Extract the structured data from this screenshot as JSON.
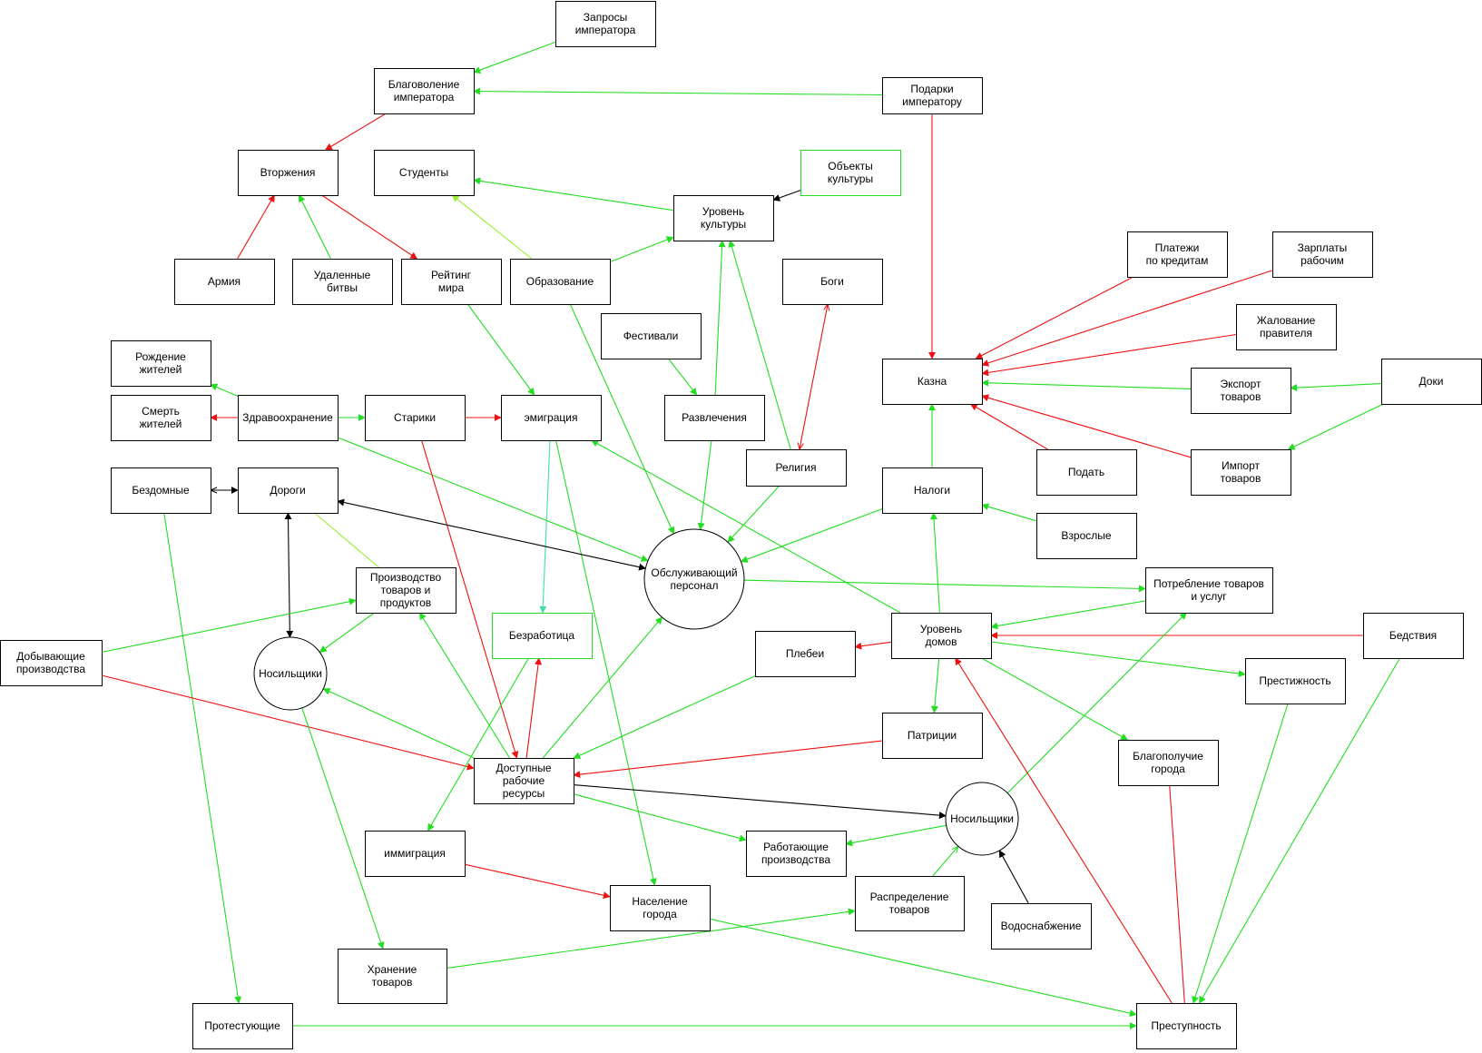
{
  "diagram": {
    "colors": {
      "positive": "#22dd22",
      "negative": "#ee1111",
      "neutral": "#000000",
      "weak": "#99ee33",
      "cyan": "#44ddaa"
    },
    "nodes": [
      {
        "id": "zaprosy",
        "lines": [
          "Запросы",
          "императора"
        ],
        "shape": "rect"
      },
      {
        "id": "blagovolenie",
        "lines": [
          "Благоволение",
          "императора"
        ],
        "shape": "rect"
      },
      {
        "id": "podarki",
        "lines": [
          "Подарки",
          "императору"
        ],
        "shape": "rect"
      },
      {
        "id": "vtorzheniya",
        "lines": [
          "Вторжения"
        ],
        "shape": "rect"
      },
      {
        "id": "studenty",
        "lines": [
          "Студенты"
        ],
        "shape": "rect"
      },
      {
        "id": "obekty",
        "lines": [
          "Объекты",
          "культуры"
        ],
        "shape": "rect",
        "accent": true
      },
      {
        "id": "uroven_kult",
        "lines": [
          "Уровень",
          "культуры"
        ],
        "shape": "rect"
      },
      {
        "id": "armiya",
        "lines": [
          "Армия"
        ],
        "shape": "rect"
      },
      {
        "id": "udalennye",
        "lines": [
          "Удаленные",
          "битвы"
        ],
        "shape": "rect"
      },
      {
        "id": "reyting",
        "lines": [
          "Рейтинг",
          "мира"
        ],
        "shape": "rect"
      },
      {
        "id": "obrazovanie",
        "lines": [
          "Образование"
        ],
        "shape": "rect"
      },
      {
        "id": "bogi",
        "lines": [
          "Боги"
        ],
        "shape": "rect"
      },
      {
        "id": "platezhi",
        "lines": [
          "Платежи",
          "по кредитам"
        ],
        "shape": "rect"
      },
      {
        "id": "zarplaty",
        "lines": [
          "Зарплаты",
          "рабочим"
        ],
        "shape": "rect"
      },
      {
        "id": "zhalovanie",
        "lines": [
          "Жалование",
          "правителя"
        ],
        "shape": "rect"
      },
      {
        "id": "festivali",
        "lines": [
          "Фестивали"
        ],
        "shape": "rect"
      },
      {
        "id": "rozhdenie",
        "lines": [
          "Рождение",
          "жителей"
        ],
        "shape": "rect"
      },
      {
        "id": "kazna",
        "lines": [
          "Казна"
        ],
        "shape": "rect"
      },
      {
        "id": "eksport",
        "lines": [
          "Экспорт",
          "товаров"
        ],
        "shape": "rect"
      },
      {
        "id": "doki",
        "lines": [
          "Доки"
        ],
        "shape": "rect"
      },
      {
        "id": "smert",
        "lines": [
          "Смерть",
          "жителей"
        ],
        "shape": "rect"
      },
      {
        "id": "zdravoohr",
        "lines": [
          "Здравоохранение"
        ],
        "shape": "rect"
      },
      {
        "id": "stariki",
        "lines": [
          "Старики"
        ],
        "shape": "rect"
      },
      {
        "id": "emigraciya",
        "lines": [
          "эмиграция"
        ],
        "shape": "rect"
      },
      {
        "id": "razvlecheniya",
        "lines": [
          "Развлечения"
        ],
        "shape": "rect"
      },
      {
        "id": "religiya",
        "lines": [
          "Религия"
        ],
        "shape": "rect"
      },
      {
        "id": "podat",
        "lines": [
          "Подать"
        ],
        "shape": "rect"
      },
      {
        "id": "import",
        "lines": [
          "Импорт",
          "товаров"
        ],
        "shape": "rect"
      },
      {
        "id": "bezdomnye",
        "lines": [
          "Бездомные"
        ],
        "shape": "rect"
      },
      {
        "id": "dorogi",
        "lines": [
          "Дороги"
        ],
        "shape": "rect"
      },
      {
        "id": "nalogi",
        "lines": [
          "Налоги"
        ],
        "shape": "rect"
      },
      {
        "id": "vzroslye",
        "lines": [
          "Взрослые"
        ],
        "shape": "rect"
      },
      {
        "id": "obsluzh",
        "lines": [
          "Обслуживающий",
          "персонал"
        ],
        "shape": "circle"
      },
      {
        "id": "proizvodstvo",
        "lines": [
          "Производство",
          "товаров и",
          "продуктов"
        ],
        "shape": "rect"
      },
      {
        "id": "potreblenie",
        "lines": [
          "Потребление товаров",
          "и услуг"
        ],
        "shape": "rect"
      },
      {
        "id": "bezrabotica",
        "lines": [
          "Безработица"
        ],
        "shape": "rect",
        "accent": true
      },
      {
        "id": "uroven_domov",
        "lines": [
          "Уровень",
          "домов"
        ],
        "shape": "rect"
      },
      {
        "id": "bedstviya",
        "lines": [
          "Бедствия"
        ],
        "shape": "rect"
      },
      {
        "id": "dobyvayushchie",
        "lines": [
          "Добывающие",
          "производства"
        ],
        "shape": "rect"
      },
      {
        "id": "nosilshchiki1",
        "lines": [
          "Носильщики"
        ],
        "shape": "circle"
      },
      {
        "id": "plebei",
        "lines": [
          "Плебеи"
        ],
        "shape": "rect"
      },
      {
        "id": "prestizhnost",
        "lines": [
          "Престижность"
        ],
        "shape": "rect"
      },
      {
        "id": "patricii",
        "lines": [
          "Патриции"
        ],
        "shape": "rect"
      },
      {
        "id": "blagopoluchie",
        "lines": [
          "Благополучие",
          "города"
        ],
        "shape": "rect"
      },
      {
        "id": "dostupnye",
        "lines": [
          "Доступные",
          "рабочие",
          "ресурсы"
        ],
        "shape": "rect"
      },
      {
        "id": "nosilshchiki2",
        "lines": [
          "Носильщики"
        ],
        "shape": "circle"
      },
      {
        "id": "immigraciya",
        "lines": [
          "иммиграция"
        ],
        "shape": "rect"
      },
      {
        "id": "rabotayushchie",
        "lines": [
          "Работающие",
          "производства"
        ],
        "shape": "rect"
      },
      {
        "id": "naselenie",
        "lines": [
          "Население",
          "города"
        ],
        "shape": "rect"
      },
      {
        "id": "raspredelenie",
        "lines": [
          "Распределение",
          "товаров"
        ],
        "shape": "rect"
      },
      {
        "id": "vodosnabzhenie",
        "lines": [
          "Водоснабжение"
        ],
        "shape": "rect"
      },
      {
        "id": "hranenie",
        "lines": [
          "Хранение",
          "товаров"
        ],
        "shape": "rect"
      },
      {
        "id": "protestuyushchie",
        "lines": [
          "Протестующие"
        ],
        "shape": "rect"
      },
      {
        "id": "prestupnost",
        "lines": [
          "Преступность"
        ],
        "shape": "rect"
      }
    ],
    "edges": [
      {
        "from": "zaprosy",
        "to": "blagovolenie",
        "color": "positive"
      },
      {
        "from": "podarki",
        "to": "blagovolenie",
        "color": "positive"
      },
      {
        "from": "blagovolenie",
        "to": "vtorzheniya",
        "color": "negative"
      },
      {
        "from": "podarki",
        "to": "kazna",
        "color": "negative"
      },
      {
        "from": "obekty",
        "to": "uroven_kult",
        "color": "neutral"
      },
      {
        "from": "uroven_kult",
        "to": "studenty",
        "color": "positive"
      },
      {
        "from": "obrazovanie",
        "to": "studenty",
        "color": "weak"
      },
      {
        "from": "obrazovanie",
        "to": "uroven_kult",
        "color": "positive"
      },
      {
        "from": "armiya",
        "to": "vtorzheniya",
        "color": "negative"
      },
      {
        "from": "udalennye",
        "to": "vtorzheniya",
        "color": "positive"
      },
      {
        "from": "vtorzheniya",
        "to": "reyting",
        "color": "negative"
      },
      {
        "from": "reyting",
        "to": "emigraciya",
        "color": "positive"
      },
      {
        "from": "obrazovanie",
        "to": "obsluzh",
        "color": "positive"
      },
      {
        "from": "festivali",
        "to": "razvlecheniya",
        "color": "positive"
      },
      {
        "from": "razvlecheniya",
        "to": "uroven_kult",
        "color": "positive"
      },
      {
        "from": "religiya",
        "to": "uroven_kult",
        "color": "positive"
      },
      {
        "from": "bogi",
        "to": "religiya",
        "color": "negative",
        "both": true,
        "open": true
      },
      {
        "from": "razvlecheniya",
        "to": "obsluzh",
        "color": "positive"
      },
      {
        "from": "religiya",
        "to": "obsluzh",
        "color": "positive"
      },
      {
        "from": "platezhi",
        "to": "kazna",
        "color": "negative"
      },
      {
        "from": "zarplaty",
        "to": "kazna",
        "color": "negative"
      },
      {
        "from": "zhalovanie",
        "to": "kazna",
        "color": "negative"
      },
      {
        "from": "eksport",
        "to": "kazna",
        "color": "positive"
      },
      {
        "from": "doki",
        "to": "eksport",
        "color": "positive"
      },
      {
        "from": "doki",
        "to": "import",
        "color": "positive"
      },
      {
        "from": "podat",
        "to": "kazna",
        "color": "negative"
      },
      {
        "from": "import",
        "to": "kazna",
        "color": "negative"
      },
      {
        "from": "nalogi",
        "to": "kazna",
        "color": "positive"
      },
      {
        "from": "vzroslye",
        "to": "nalogi",
        "color": "positive"
      },
      {
        "from": "nalogi",
        "to": "obsluzh",
        "color": "positive"
      },
      {
        "from": "zdravoohr",
        "to": "rozhdenie",
        "color": "positive"
      },
      {
        "from": "zdravoohr",
        "to": "smert",
        "color": "negative"
      },
      {
        "from": "zdravoohr",
        "to": "stariki",
        "color": "positive"
      },
      {
        "from": "stariki",
        "to": "emigraciya",
        "color": "negative"
      },
      {
        "from": "zdravoohr",
        "to": "obsluzh",
        "color": "positive"
      },
      {
        "from": "stariki",
        "to": "dostupnye",
        "color": "negative"
      },
      {
        "from": "emigraciya",
        "to": "bezrabotica",
        "color": "cyan"
      },
      {
        "from": "emigraciya",
        "to": "naselenie",
        "color": "positive"
      },
      {
        "from": "uroven_domov",
        "to": "emigraciya",
        "color": "positive"
      },
      {
        "from": "bezdomnye",
        "to": "dorogi",
        "color": "neutral",
        "open": true,
        "reverse": true
      },
      {
        "from": "bezdomnye",
        "to": "protestuyushchie",
        "color": "positive"
      },
      {
        "from": "dorogi",
        "to": "obsluzh",
        "color": "neutral",
        "both": true
      },
      {
        "from": "dorogi",
        "to": "nosilshchiki1",
        "color": "neutral",
        "both": true
      },
      {
        "from": "proizvodstvo",
        "to": "dorogi",
        "color": "weak",
        "noarrow": true
      },
      {
        "from": "dobyvayushchie",
        "to": "proizvodstvo",
        "color": "positive"
      },
      {
        "from": "proizvodstvo",
        "to": "nosilshchiki1",
        "color": "positive"
      },
      {
        "from": "dobyvayushchie",
        "to": "dostupnye",
        "color": "negative"
      },
      {
        "from": "obsluzh",
        "to": "potreblenie",
        "color": "positive"
      },
      {
        "from": "potreblenie",
        "to": "uroven_domov",
        "color": "positive"
      },
      {
        "from": "bedstviya",
        "to": "uroven_domov",
        "color": "negative"
      },
      {
        "from": "uroven_domov",
        "to": "nalogi",
        "color": "positive"
      },
      {
        "from": "uroven_domov",
        "to": "plebei",
        "color": "negative"
      },
      {
        "from": "uroven_domov",
        "to": "prestizhnost",
        "color": "positive"
      },
      {
        "from": "uroven_domov",
        "to": "patricii",
        "color": "positive"
      },
      {
        "from": "uroven_domov",
        "to": "blagopoluchie",
        "color": "positive"
      },
      {
        "from": "plebei",
        "to": "dostupnye",
        "color": "positive"
      },
      {
        "from": "patricii",
        "to": "dostupnye",
        "color": "negative"
      },
      {
        "from": "dostupnye",
        "to": "obsluzh",
        "color": "positive"
      },
      {
        "from": "dostupnye",
        "to": "proizvodstvo",
        "color": "positive"
      },
      {
        "from": "dostupnye",
        "to": "nosilshchiki1",
        "color": "positive"
      },
      {
        "from": "dostupnye",
        "to": "bezrabotica",
        "color": "negative"
      },
      {
        "from": "dostupnye",
        "to": "nosilshchiki2",
        "color": "neutral"
      },
      {
        "from": "dostupnye",
        "to": "rabotayushchie",
        "color": "positive"
      },
      {
        "from": "nosilshchiki2",
        "to": "rabotayushchie",
        "color": "positive"
      },
      {
        "from": "nosilshchiki2",
        "to": "potreblenie",
        "color": "positive"
      },
      {
        "from": "raspredelenie",
        "to": "nosilshchiki2",
        "color": "positive",
        "open": true
      },
      {
        "from": "vodosnabzhenie",
        "to": "nosilshchiki2",
        "color": "neutral"
      },
      {
        "from": "bezrabotica",
        "to": "immigraciya",
        "color": "positive"
      },
      {
        "from": "immigraciya",
        "to": "naselenie",
        "color": "negative"
      },
      {
        "from": "nosilshchiki1",
        "to": "hranenie",
        "color": "positive"
      },
      {
        "from": "hranenie",
        "to": "raspredelenie",
        "color": "positive"
      },
      {
        "from": "naselenie",
        "to": "prestupnost",
        "color": "positive"
      },
      {
        "from": "protestuyushchie",
        "to": "prestupnost",
        "color": "positive"
      },
      {
        "from": "prestizhnost",
        "to": "prestupnost",
        "color": "positive"
      },
      {
        "from": "bedstviya",
        "to": "prestupnost",
        "color": "positive"
      },
      {
        "from": "blagopoluchie",
        "to": "prestupnost",
        "color": "negative",
        "noarrow": true
      },
      {
        "from": "prestupnost",
        "to": "uroven_domov",
        "color": "negative"
      }
    ]
  }
}
